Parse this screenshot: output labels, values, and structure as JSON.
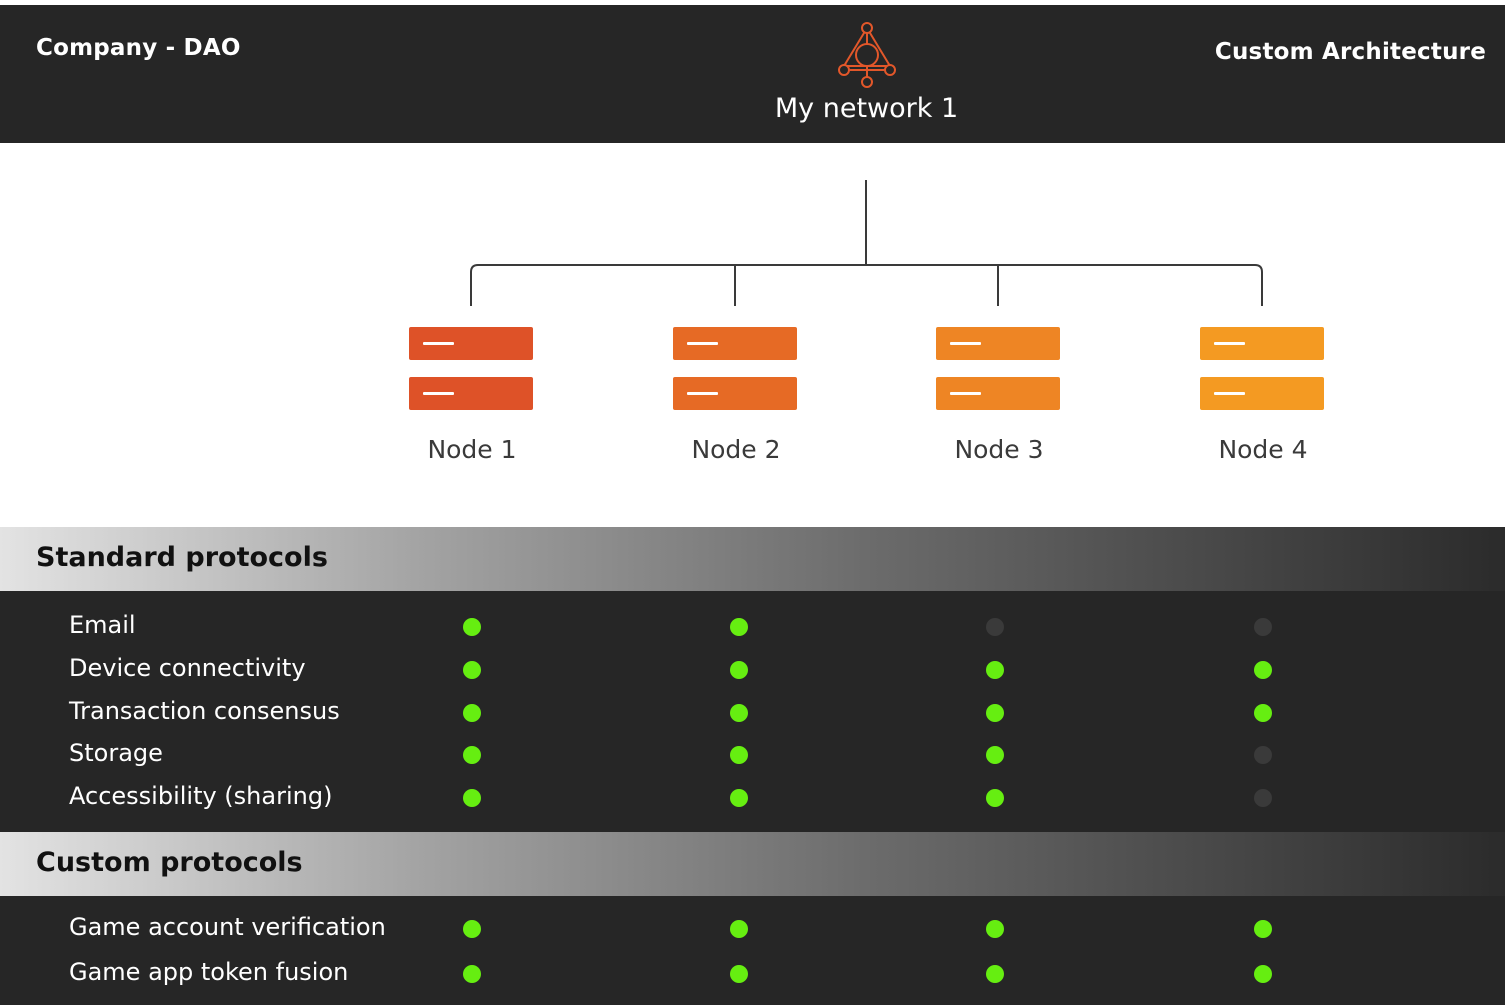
{
  "header": {
    "company": "Company - DAO",
    "architecture": "Custom Architecture",
    "network_name": "My network 1"
  },
  "nodes": [
    {
      "label": "Node 1",
      "color": "#de5228"
    },
    {
      "label": "Node 2",
      "color": "#e66a25"
    },
    {
      "label": "Node 3",
      "color": "#ee8524"
    },
    {
      "label": "Node 4",
      "color": "#f49a22"
    }
  ],
  "colors": {
    "header_bg": "#262626",
    "logo": "#e2572a",
    "status_on": "#66ee11",
    "status_off": "#3a3a3a"
  },
  "icons": {
    "logo": "network-triangle-icon",
    "node": "server-icon",
    "status": "status-dot-icon"
  },
  "sections": [
    {
      "title": "Standard protocols",
      "rows": [
        {
          "label": "Email",
          "status": [
            true,
            true,
            false,
            false
          ]
        },
        {
          "label": "Device connectivity",
          "status": [
            true,
            true,
            true,
            true
          ]
        },
        {
          "label": "Transaction consensus",
          "status": [
            true,
            true,
            true,
            true
          ]
        },
        {
          "label": "Storage",
          "status": [
            true,
            true,
            true,
            false
          ]
        },
        {
          "label": "Accessibility (sharing)",
          "status": [
            true,
            true,
            true,
            false
          ]
        }
      ]
    },
    {
      "title": "Custom protocols",
      "rows": [
        {
          "label": "Game account verification",
          "status": [
            true,
            true,
            true,
            true
          ]
        },
        {
          "label": "Game app token fusion",
          "status": [
            true,
            true,
            true,
            true
          ]
        }
      ]
    }
  ]
}
